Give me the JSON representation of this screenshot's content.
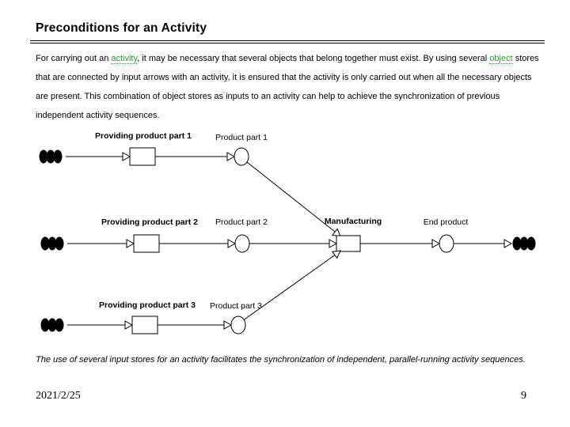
{
  "slide": {
    "title": "Preconditions for an Activity",
    "paragraph": {
      "part1": "For carrying out an ",
      "link1": "activity",
      "part2": ", it may be necessary that several objects that belong together must exist. By using several ",
      "link2": "object",
      "part3": " stores that are connected by input arrows with an activity, it is ensured that the activity is only carried out when all the necessary objects are present. This combination of object stores as inputs to an activity can help to achieve the synchronization  of previous independent activity sequences."
    },
    "caption": "The use of several input stores for an activity facilitates the synchronization of independent, parallel-running activity sequences.",
    "footer": {
      "date": "2021/2/25",
      "page_number": "9"
    }
  },
  "diagram": {
    "rows": [
      {
        "activity_label": "Providing product part 1",
        "store_label": "Product part 1"
      },
      {
        "activity_label": "Providing product part 2",
        "store_label": "Product part 2"
      },
      {
        "activity_label": "Providing product part 3",
        "store_label": "Product part 3"
      }
    ],
    "merge_activity_label": "Manufacturing",
    "output_store_label": "End product"
  },
  "colors": {
    "background": "#FFFFFF",
    "text": "#000000",
    "link_green": "#2E9E2E"
  }
}
